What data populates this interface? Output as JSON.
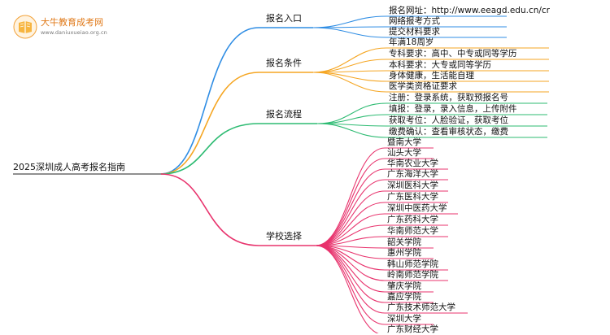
{
  "logo": {
    "title": "大牛教育成考网",
    "domain": "www.daniuxueiao.org.cn"
  },
  "root": "2025深圳成人高考报名指南",
  "colors": {
    "branch1": "#2f8de4",
    "branch2": "#f5a623",
    "branch3": "#2dbb72",
    "branch4": "#e8336d"
  },
  "branches": [
    {
      "label": "报名入口",
      "leaves": [
        "报名网址：http://www.eeagd.edu.cn/cr",
        "网络报考方式",
        "提交材料要求"
      ]
    },
    {
      "label": "报名条件",
      "leaves": [
        "年满18周岁",
        "专科要求：高中、中专或同等学历",
        "本科要求：大专或同等学历",
        "身体健康，生活能自理",
        "医学类资格证要求"
      ]
    },
    {
      "label": "报名流程",
      "leaves": [
        "注册：登录系统，获取预报名号",
        "填报：登录，录入信息，上传附件",
        "获取考位：人脸验证，获取考位",
        "缴费确认：查看审核状态，缴费"
      ]
    },
    {
      "label": "学校选择",
      "leaves": [
        "暨南大学",
        "汕头大学",
        "华南农业大学",
        "广东海洋大学",
        "深圳医科大学",
        "广东医科大学",
        "深圳中医药大学",
        "广东药科大学",
        "华南师范大学",
        "韶关学院",
        "惠州学院",
        "韩山师范学院",
        "岭南师范学院",
        "肇庆学院",
        "嘉应学院",
        "广东技术师范大学",
        "深圳大学",
        "广东财经大学"
      ]
    }
  ]
}
